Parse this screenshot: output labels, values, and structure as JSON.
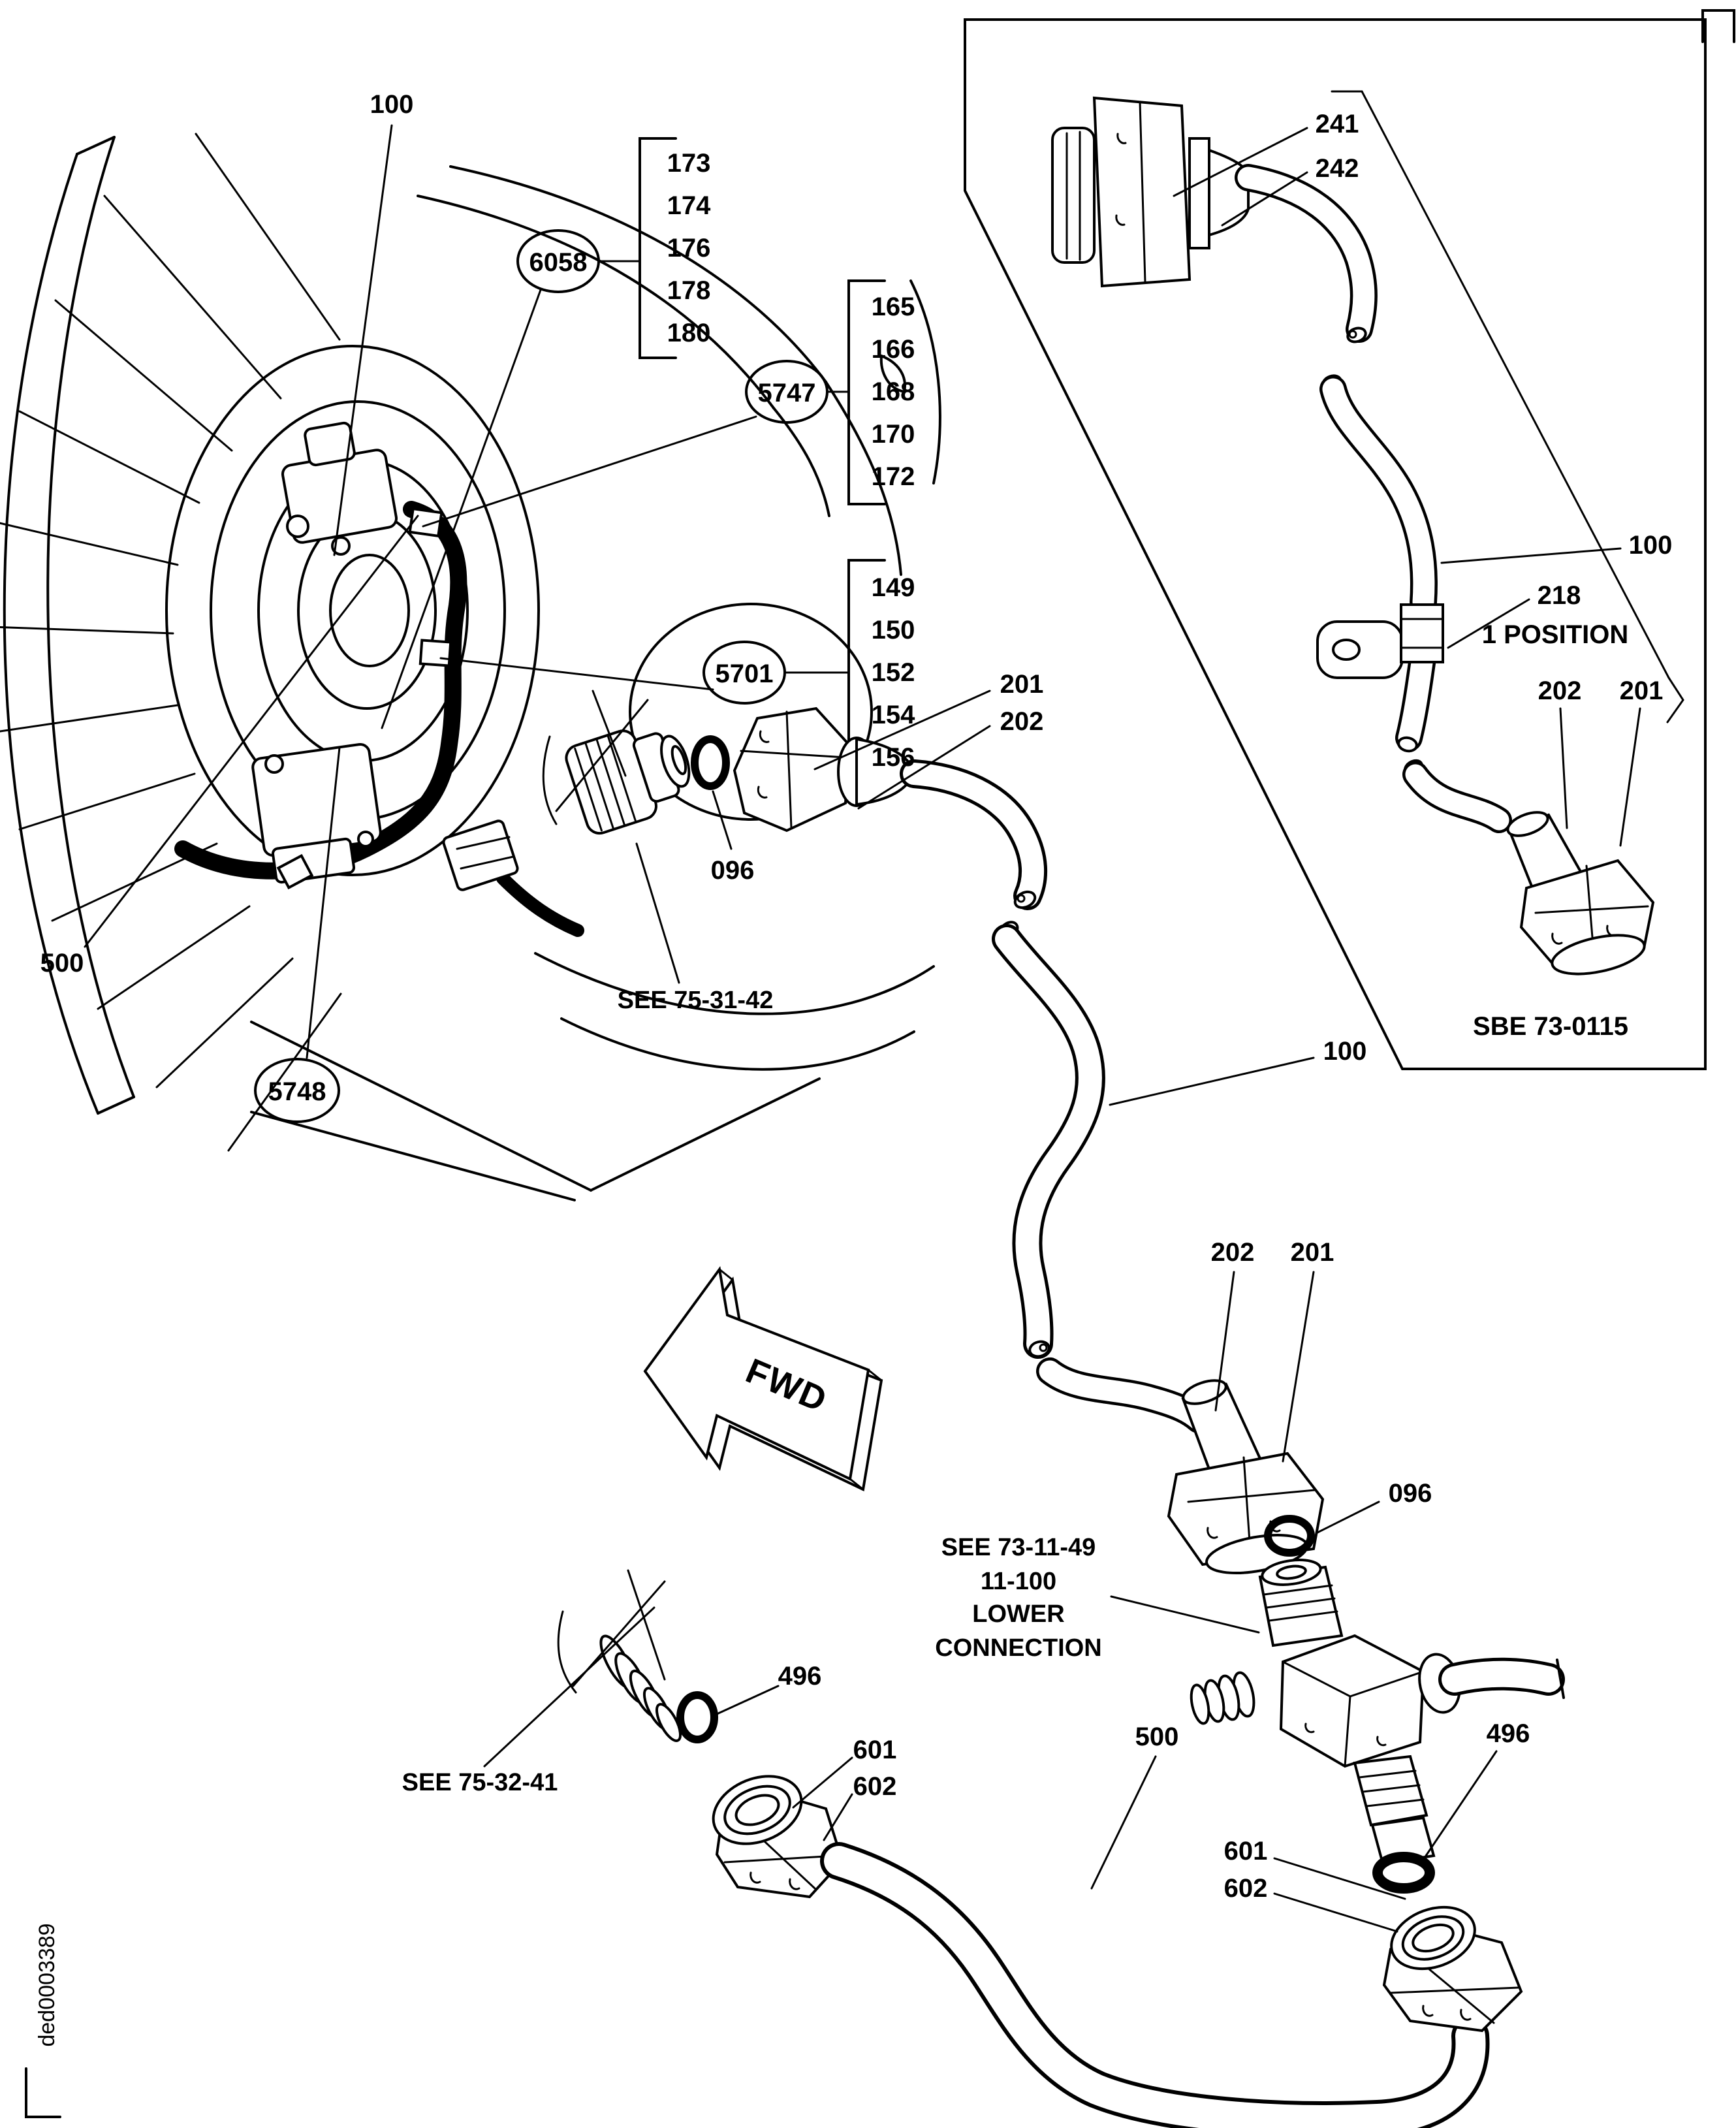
{
  "drawing": {
    "id_code": "ded0003389"
  },
  "inset": {
    "figure_ref": "SBE 73-0115",
    "position_note": "1 POSITION",
    "labels": {
      "l241": "241",
      "l242": "242",
      "l100": "100",
      "l218": "218",
      "l202": "202",
      "l201": "201"
    }
  },
  "direction_arrow": {
    "label": "FWD"
  },
  "circled_callouts": {
    "c6058": "6058",
    "c5747": "5747",
    "c5701": "5701",
    "c5748": "5748"
  },
  "bracket_groups": {
    "g6058": [
      "173",
      "174",
      "176",
      "178",
      "180"
    ],
    "g5747": [
      "165",
      "166",
      "168",
      "170",
      "172"
    ],
    "g5701": [
      "149",
      "150",
      "152",
      "154",
      "156"
    ]
  },
  "part_labels": {
    "top_100": "100",
    "mid_100": "100",
    "upper_201": "201",
    "upper_202": "202",
    "upper_096": "096",
    "lower_202": "202",
    "lower_201": "201",
    "lower_096": "096",
    "left_496": "496",
    "right_496": "496",
    "left_601": "601",
    "left_602": "602",
    "right_601": "601",
    "right_602": "602",
    "left_500": "500",
    "bottom_500": "500"
  },
  "cross_references": {
    "see_75_31_42": "SEE 75-31-42",
    "see_75_32_41": "SEE 75-32-41",
    "see_73_11_49_lines": [
      "SEE 73-11-49",
      "11-100",
      "LOWER",
      "CONNECTION"
    ]
  }
}
